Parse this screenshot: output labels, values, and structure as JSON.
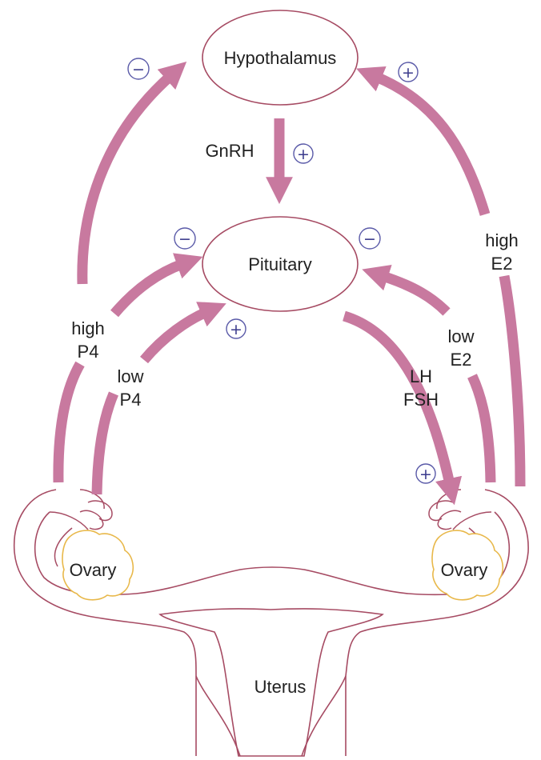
{
  "nodes": {
    "hypothalamus": "Hypothalamus",
    "pituitary": "Pituitary",
    "ovary_left": "Ovary",
    "ovary_right": "Ovary",
    "uterus": "Uterus"
  },
  "labels": {
    "gnrh": "GnRH",
    "high_p4_line1": "high",
    "high_p4_line2": "P4",
    "low_p4_line1": "low",
    "low_p4_line2": "P4",
    "lh": "LH",
    "fsh": "FSH",
    "low_e2_line1": "low",
    "low_e2_line2": "E2",
    "high_e2_line1": "high",
    "high_e2_line2": "E2"
  },
  "signs": {
    "high_p4_hypothalamus": "−",
    "high_e2_hypothalamus": "+",
    "gnrh": "+",
    "high_p4_pituitary": "−",
    "low_p4_pituitary": "+",
    "low_e2_pituitary": "−",
    "lh_fsh_ovary": "+"
  },
  "colors": {
    "arrow": "#c8799f",
    "arrow_edge": "#b3668d",
    "outline": "#a64b63",
    "ovary_outline": "#e8b84a",
    "sign_ring": "#5a5aa8"
  }
}
